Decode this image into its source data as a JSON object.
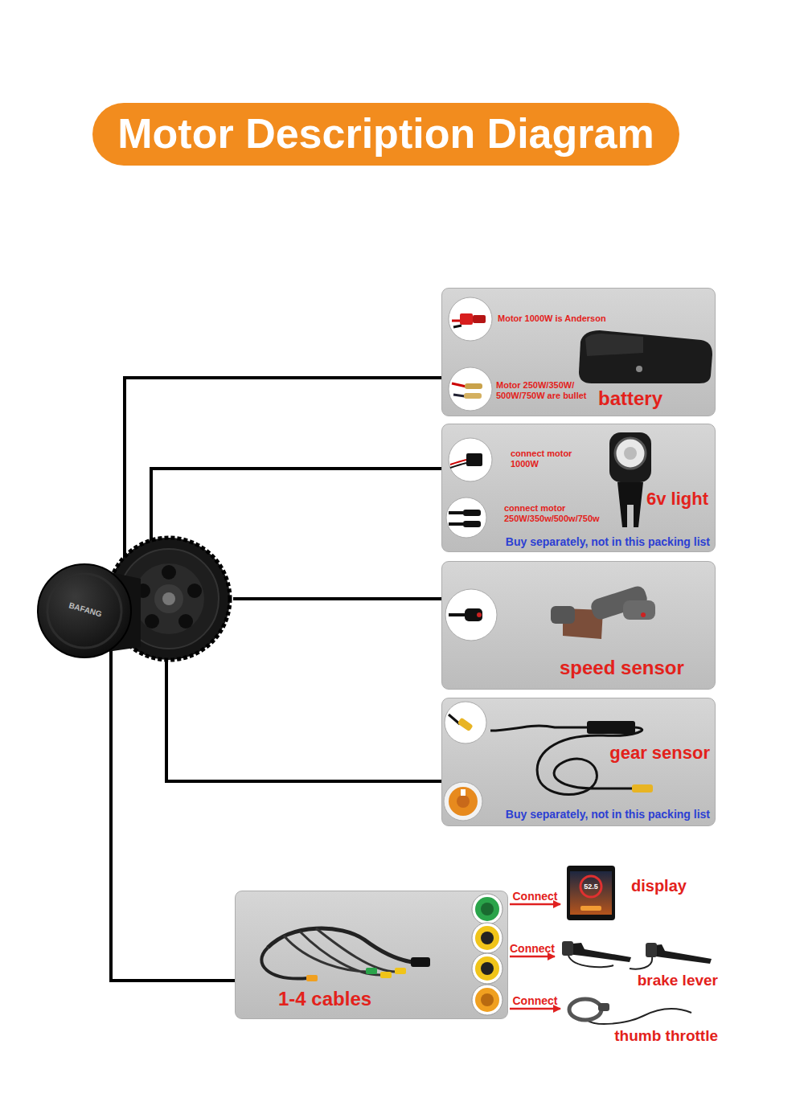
{
  "diagram": {
    "title": "Motor Description Diagram",
    "nodes": [
      {
        "text": [
          "BAFANG"
        ]
      },
      {
        "text": [
          "Motor 1000W is Anderson",
          "Motor 250W/350W/ 500W/750W are bullet",
          "battery"
        ]
      },
      {
        "text": [
          "connect motor 1000W",
          "connect motor 250W/350w/500w/750w",
          "6v light",
          "Buy separately, not in this packing list"
        ]
      },
      {
        "text": [
          "speed sensor"
        ]
      },
      {
        "text": [
          "gear sensor",
          "Buy separately, not in this packing list"
        ]
      },
      {
        "text": [
          "1-4 cables"
        ]
      },
      {
        "text": [
          "display"
        ]
      },
      {
        "text": [
          "brake lever"
        ]
      },
      {
        "text": [
          "thumb throttle"
        ]
      }
    ],
    "edges": [
      {
        "from": 0,
        "to": 1,
        "arrow": "none"
      },
      {
        "from": 0,
        "to": 2,
        "arrow": "none"
      },
      {
        "from": 0,
        "to": 3,
        "arrow": "none"
      },
      {
        "from": 0,
        "to": 4,
        "arrow": "none"
      },
      {
        "from": 0,
        "to": 5,
        "arrow": "none"
      },
      {
        "from": 5,
        "to": 6,
        "label": "Connect",
        "arrow": "to"
      },
      {
        "from": 5,
        "to": 7,
        "label": "Connect",
        "arrow": "to"
      },
      {
        "from": 5,
        "to": 8,
        "label": "Connect",
        "arrow": "to"
      }
    ],
    "labels": [
      "52.5"
    ]
  }
}
